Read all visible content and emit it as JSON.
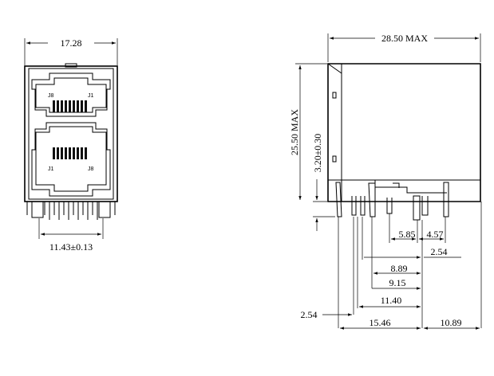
{
  "front_view": {
    "width_dim": "17.28",
    "pin_pitch_dim": "11.43±0.13",
    "top_port": {
      "left_label": "J8",
      "right_label": "J1"
    },
    "bottom_port": {
      "left_label": "J1",
      "right_label": "J8"
    }
  },
  "side_view": {
    "length_dim": "28.50 MAX",
    "height_dim": "25.50 MAX",
    "pin_length_dim": "3.20±0.30",
    "dims": {
      "d_5_85": "5.85",
      "d_4_57": "4.57",
      "d_2_54_a": "2.54",
      "d_8_89": "8.89",
      "d_9_15": "9.15",
      "d_11_40": "11.40",
      "d_2_54_b": "2.54",
      "d_15_46": "15.46",
      "d_10_89": "10.89"
    }
  }
}
